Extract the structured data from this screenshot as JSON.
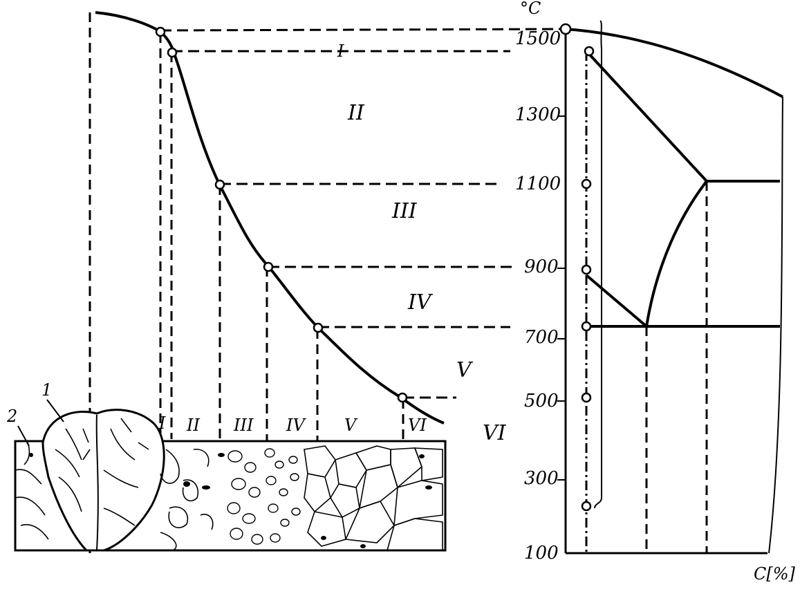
{
  "diagram": {
    "temperature_unit": "°C",
    "carbon_axis_label": "C[%]",
    "temperature_ticks": [
      "1500",
      "1300",
      "1100",
      "900",
      "700",
      "500",
      "300",
      "100"
    ],
    "zones_upper": [
      "I",
      "II",
      "III",
      "IV",
      "V",
      "VI"
    ],
    "zones_lower": [
      "I",
      "II",
      "III",
      "IV",
      "V",
      "VI"
    ],
    "callouts": [
      "1",
      "2"
    ]
  }
}
